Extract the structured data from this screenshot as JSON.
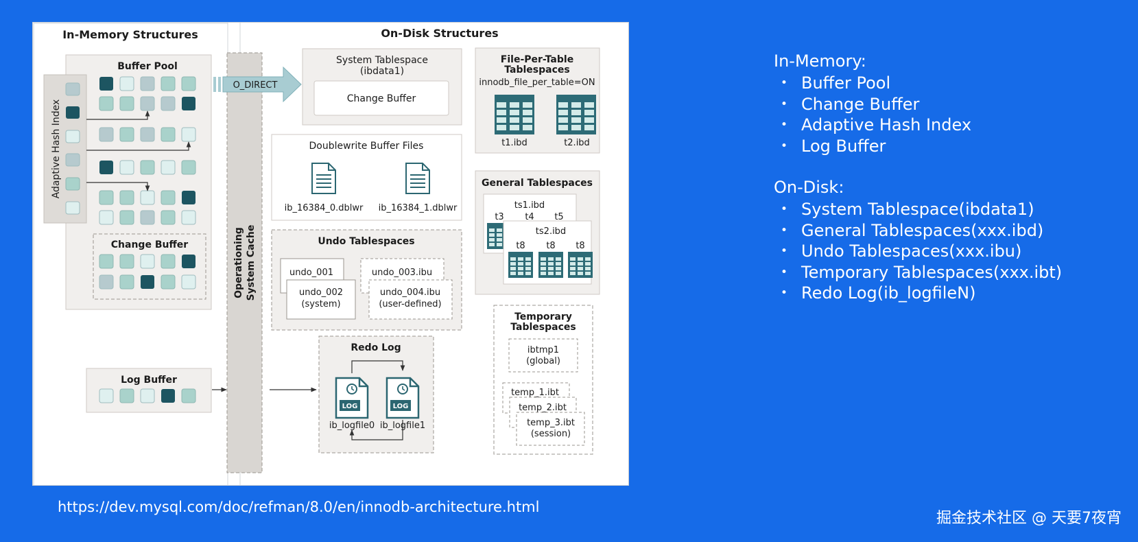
{
  "diagram": {
    "in_memory_title": "In-Memory Structures",
    "on_disk_title": "On-Disk Structures",
    "buffer_pool_title": "Buffer Pool",
    "adaptive_hash_index_label": "Adaptive Hash Index",
    "change_buffer_title": "Change Buffer",
    "log_buffer_title": "Log Buffer",
    "os_cache_label_line1": "Operationing",
    "os_cache_label_line2": "System Cache",
    "o_direct_label": "O_DIRECT",
    "system_tablespace_line1": "System Tablespace",
    "system_tablespace_line2": "(ibdata1)",
    "system_change_buffer": "Change Buffer",
    "file_per_table_line1": "File-Per-Table",
    "file_per_table_line2": "Tablespaces",
    "file_per_table_setting": "innodb_file_per_table=ON",
    "t1_file": "t1.ibd",
    "t2_file": "t2.ibd",
    "doublewrite_title": "Doublewrite Buffer Files",
    "doublewrite_file0": "ib_16384_0.dblwr",
    "doublewrite_file1": "ib_16384_1.dblwr",
    "general_tablespaces_title": "General Tablespaces",
    "ts1_file": "ts1.ibd",
    "ts2_file": "ts2.ibd",
    "ts1_tables": [
      "t3",
      "t4",
      "t5"
    ],
    "ts2_tables": [
      "t8",
      "t8",
      "t8"
    ],
    "undo_title": "Undo Tablespaces",
    "undo_001": "undo_001",
    "undo_002": "undo_002",
    "undo_002_note": "(system)",
    "undo_003": "undo_003.ibu",
    "undo_004": "undo_004.ibu",
    "undo_004_note": "(user-defined)",
    "redo_title": "Redo Log",
    "redo_icon_text": "LOG",
    "redo_file0": "ib_logfile0",
    "redo_file1": "ib_logfile1",
    "temporary_line1": "Temporary",
    "temporary_line2": "Tablespaces",
    "ibtmp1": "ibtmp1",
    "ibtmp1_note": "(global)",
    "temp_1": "temp_1.ibt",
    "temp_2": "temp_2.ibt",
    "temp_3": "temp_3.ibt",
    "temp_3_note": "(session)"
  },
  "notes": {
    "in_memory_heading": "In-Memory:",
    "in_memory_items": [
      "Buffer Pool",
      "Change Buffer",
      "Adaptive Hash Index",
      "Log Buffer"
    ],
    "on_disk_heading": "On-Disk:",
    "on_disk_items": [
      "System Tablespace(ibdata1)",
      "General Tablespaces(xxx.ibd)",
      "Undo Tablespaces(xxx.ibu)",
      "Temporary Tablespaces(xxx.ibt)",
      "Redo Log(ib_logfileN)"
    ]
  },
  "footer": {
    "source_url": "https://dev.mysql.com/doc/refman/8.0/en/innodb-architecture.html",
    "credit": "掘金技术社区 @ 天要7夜宵"
  },
  "colors": {
    "background": "#166be8",
    "cell_dark": "#1d5561",
    "cell_mid": "#a9d2cb",
    "cell_light": "#dff0ef",
    "cell_grey": "#b6cace",
    "panel_fill": "#f1efed",
    "panel_stroke": "#cfcac5",
    "ink": "#1b1b1b",
    "teal": "#2b6671"
  }
}
